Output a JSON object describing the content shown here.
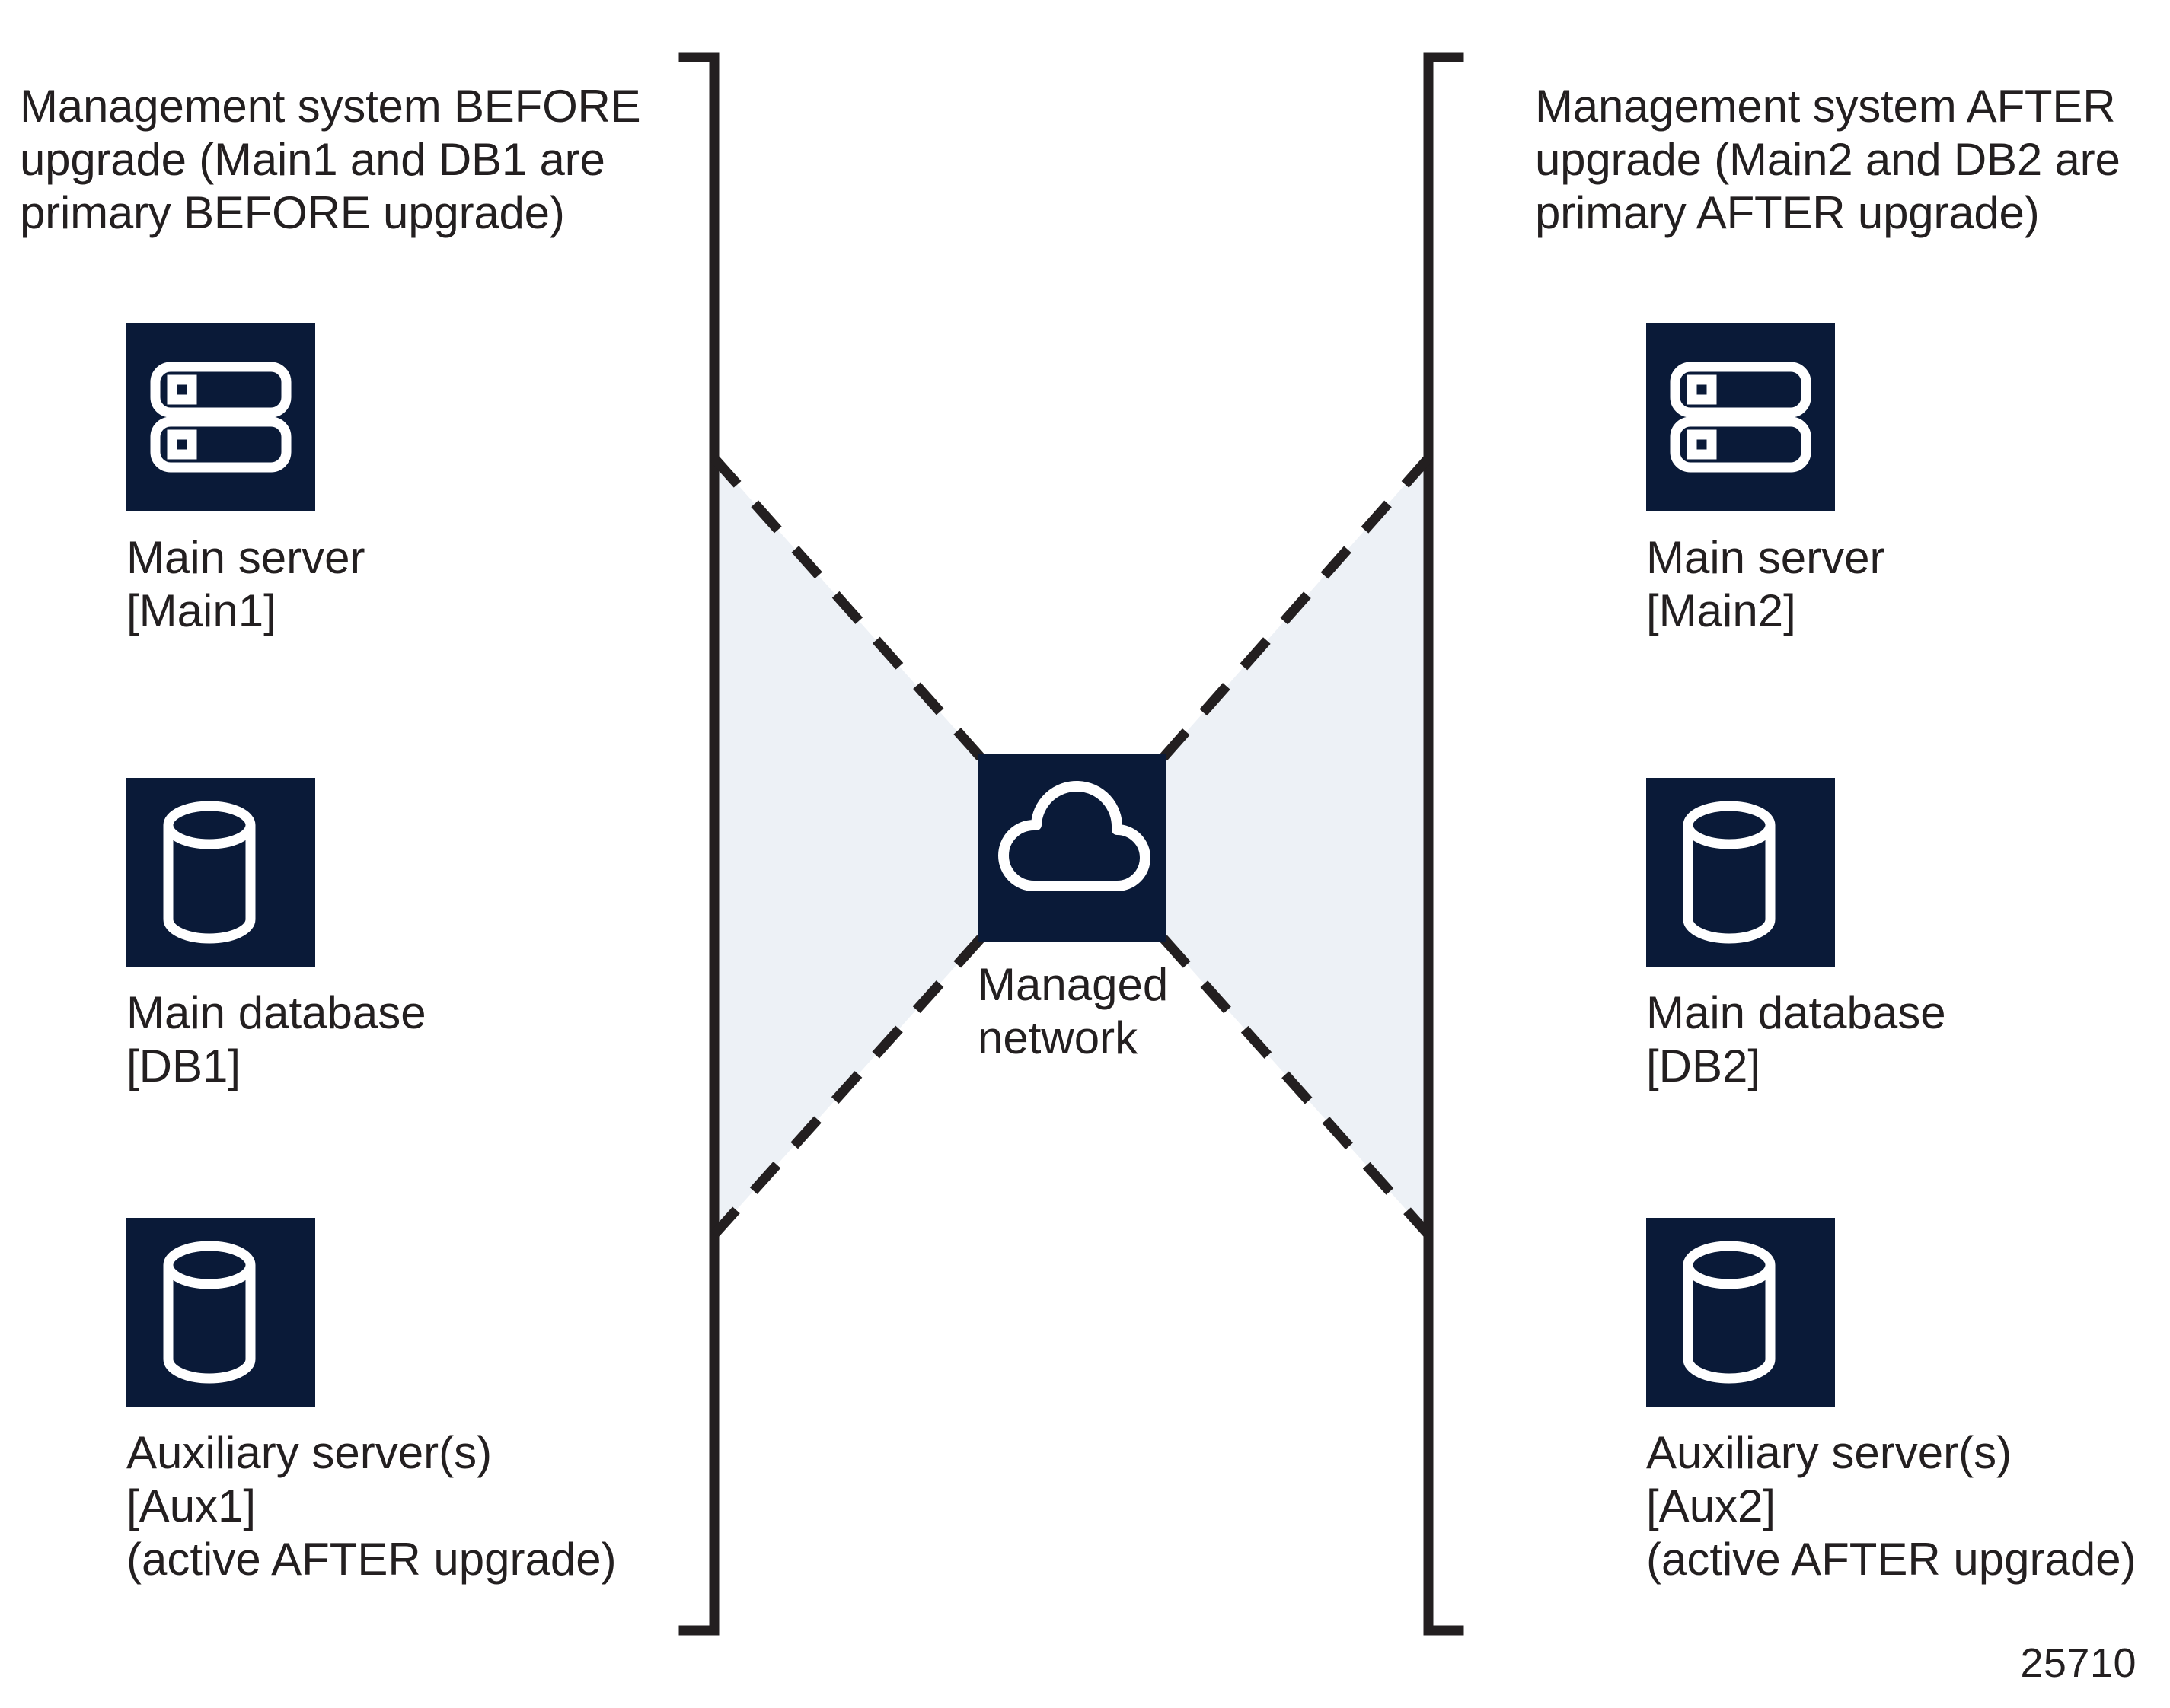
{
  "figure": {
    "number": "25710",
    "colors": {
      "icon_tile": "#0a1a38",
      "icon_glyph": "#ffffff",
      "shaded_region": "#edf1f6",
      "line": "#231f20",
      "background": "#ffffff"
    }
  },
  "left_group": {
    "heading": "Management system BEFORE upgrade (Main1 and DB1 are primary BEFORE upgrade)",
    "nodes": [
      {
        "icon": "server-icon",
        "label": "Main server\n[Main1]"
      },
      {
        "icon": "database-icon",
        "label": "Main database\n[DB1]"
      },
      {
        "icon": "database-icon",
        "label": "Auxiliary server(s)\n[Aux1]\n(active AFTER upgrade)"
      }
    ]
  },
  "right_group": {
    "heading": "Management system AFTER upgrade (Main2 and DB2 are primary AFTER upgrade)",
    "nodes": [
      {
        "icon": "server-icon",
        "label": "Main server\n[Main2]"
      },
      {
        "icon": "database-icon",
        "label": "Main database\n[DB2]"
      },
      {
        "icon": "database-icon",
        "label": "Auxiliary server(s)\n[Aux2]\n(active AFTER upgrade)"
      }
    ]
  },
  "center": {
    "icon": "cloud-icon",
    "label": "Managed\nnetwork"
  }
}
